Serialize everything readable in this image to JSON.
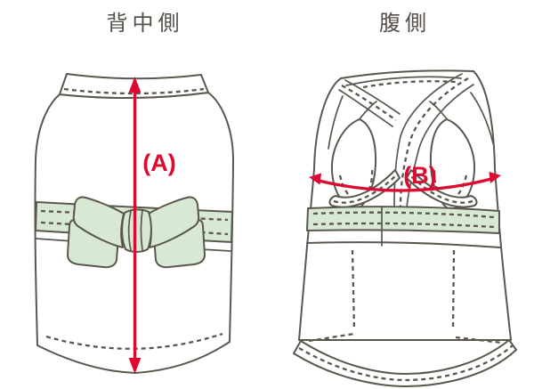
{
  "diagram": {
    "colors": {
      "paper": "#ffffff",
      "outline": "#5b574e",
      "green": "#d7e9d2",
      "red": "#dd0930",
      "title_text": "#55514a"
    },
    "panels": {
      "back": {
        "title": "背中側",
        "measure_label": "(A)",
        "measure_icon": "double-headed-vertical-arrow"
      },
      "belly": {
        "title": "腹側",
        "measure_label": "(B)",
        "measure_icon": "double-headed-horizontal-arrow"
      }
    }
  }
}
